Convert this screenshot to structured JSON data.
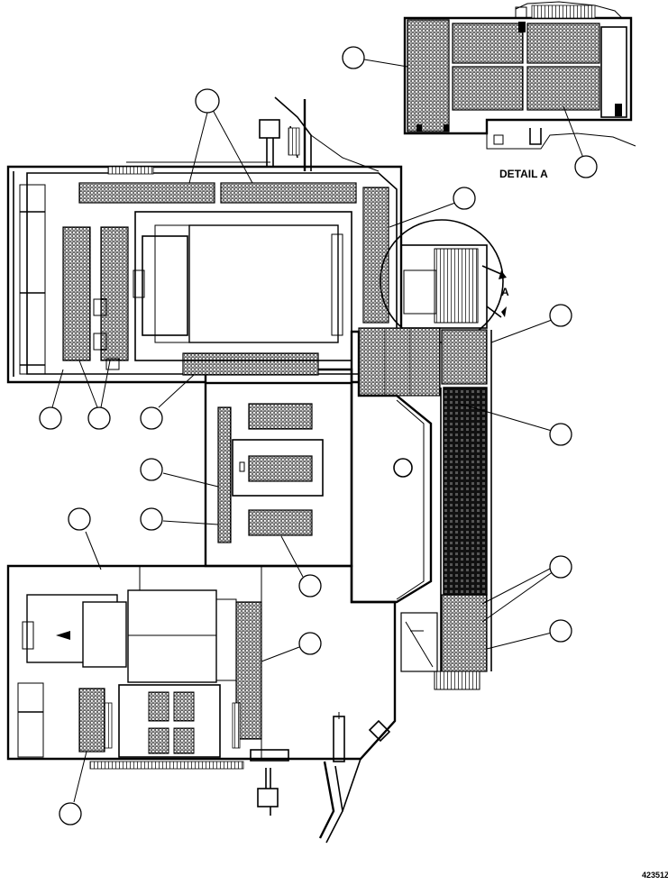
{
  "detail_title": "DETAIL A",
  "view_marker": "A",
  "drawing_number": "42351Z",
  "colors": {
    "line": "#000000",
    "paper": "#ffffff",
    "grating_dark": "#1a1a1a"
  }
}
